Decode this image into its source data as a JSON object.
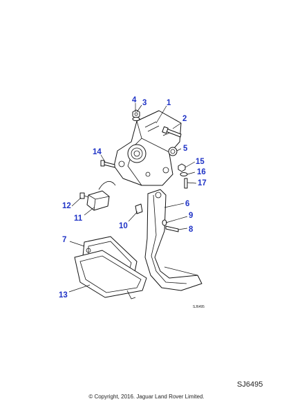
{
  "callouts": [
    "1",
    "2",
    "3",
    "4",
    "5",
    "6",
    "7",
    "8",
    "9",
    "10",
    "11",
    "12",
    "13",
    "14",
    "15",
    "16",
    "17"
  ],
  "diagram_code": "SJ6495",
  "reference_code": "SJ6495",
  "copyright": "© Copyright, 2016. Jaguar Land Rover Limited."
}
